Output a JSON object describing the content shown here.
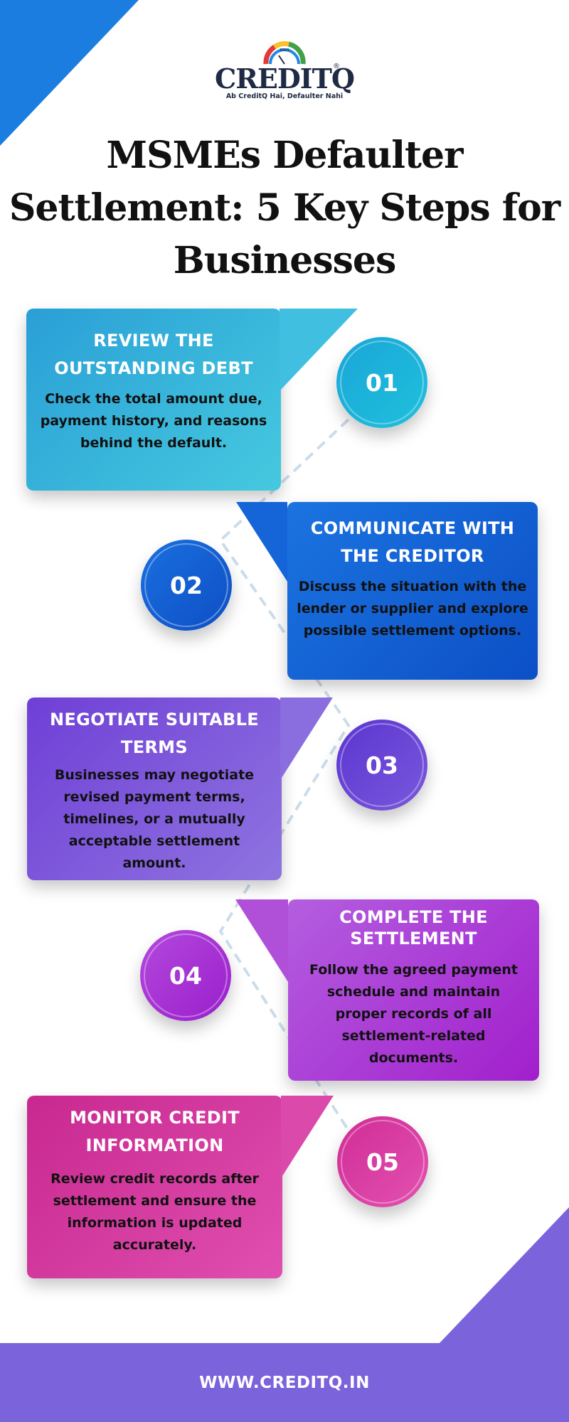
{
  "brand": {
    "logo_text": "CREDITQ",
    "registered": "®",
    "tagline": "Ab CreditQ Hai, Defaulter Nahi",
    "gauge_label": "BSNS"
  },
  "title": "MSMEs Defaulter Settlement: 5 Key Steps for Businesses",
  "steps": [
    {
      "number": "01",
      "heading": "REVIEW THE OUTSTANDING DEBT",
      "body": "Check the total amount due, payment history, and reasons behind the default."
    },
    {
      "number": "02",
      "heading": "COMMUNICATE WITH THE CREDITOR",
      "body": "Discuss the situation with the lender or supplier and explore possible settlement options."
    },
    {
      "number": "03",
      "heading": "NEGOTIATE SUITABLE TERMS",
      "body": "Businesses may negotiate revised payment terms, timelines, or a mutually acceptable settlement amount."
    },
    {
      "number": "04",
      "heading": "COMPLETE THE SETTLEMENT",
      "body": "Follow the agreed payment schedule and maintain proper records of all settlement-related documents."
    },
    {
      "number": "05",
      "heading": "MONITOR CREDIT INFORMATION",
      "body": "Review credit records after settlement and ensure the information is updated accurately."
    }
  ],
  "colors": {
    "step1": "#2db5d8",
    "step2": "#1566d6",
    "step3": "#7c55d8",
    "step4": "#b040d0",
    "step5": "#d63a9e",
    "corner_top": "#1a7ddf",
    "corner_bottom": "#7b63dc"
  },
  "footer": {
    "url": "WWW.CREDITQ.IN"
  }
}
